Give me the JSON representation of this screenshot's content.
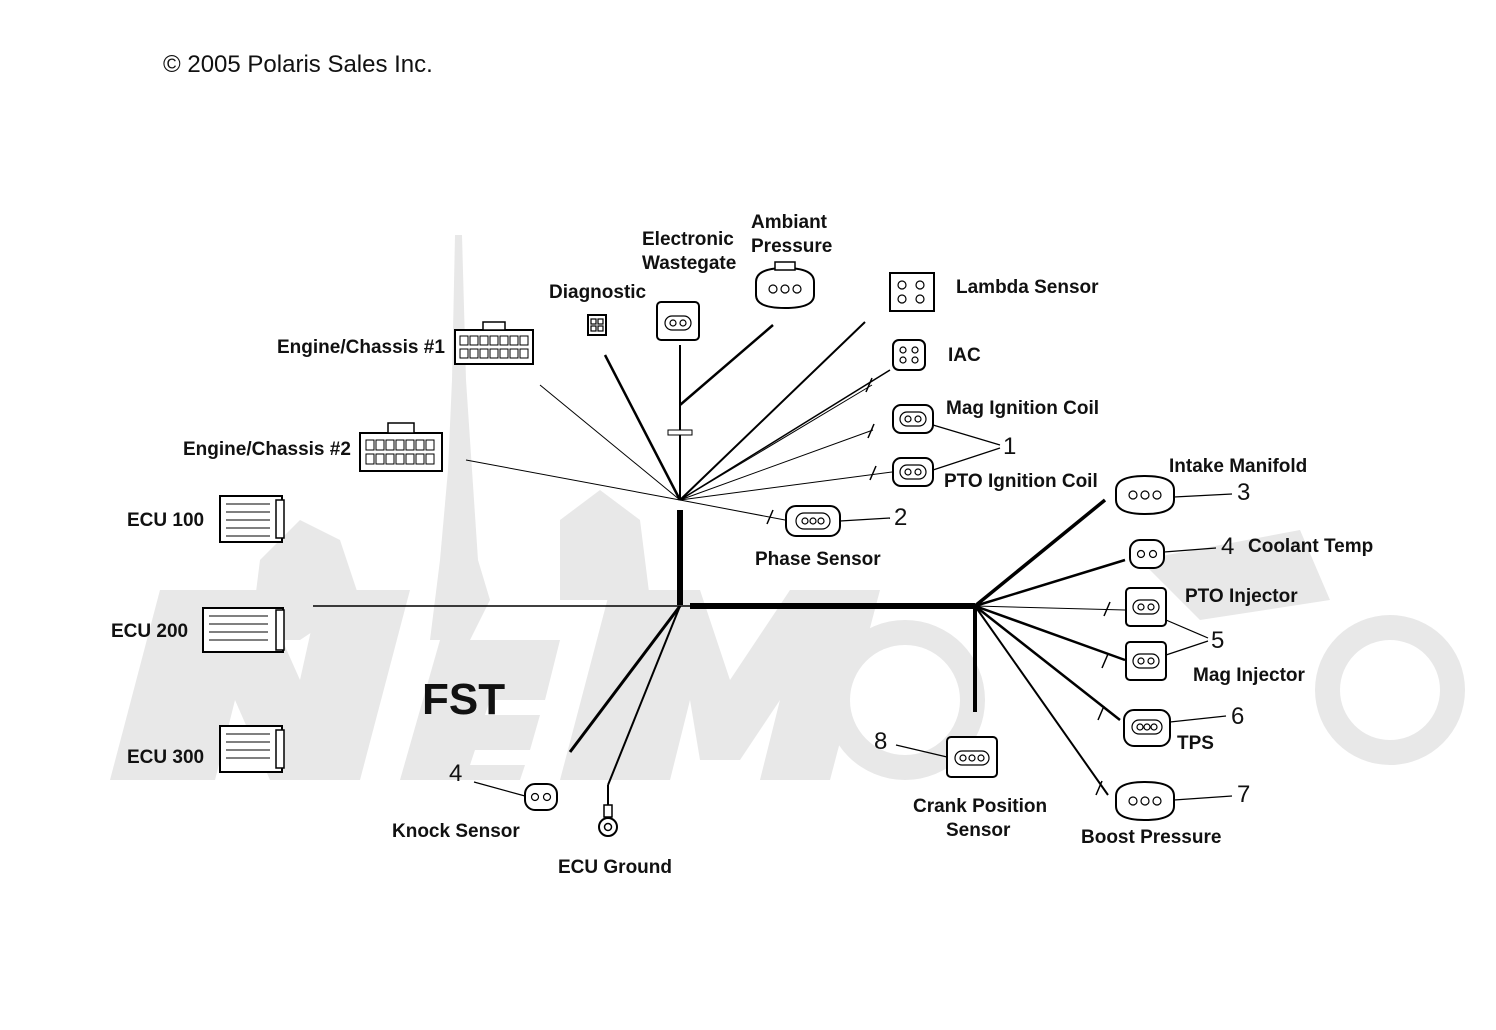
{
  "copyright": "© 2005 Polaris Sales Inc.",
  "model": "FST",
  "watermark": "NetMoto",
  "connectors": {
    "engine_chassis_1": "Engine/Chassis #1",
    "engine_chassis_2": "Engine/Chassis #2",
    "ecu_100": "ECU 100",
    "ecu_200": "ECU 200",
    "ecu_300": "ECU 300",
    "diagnostic": "Diagnostic",
    "electronic_wastegate_1": "Electronic",
    "electronic_wastegate_2": "Wastegate",
    "ambiant_pressure_1": "Ambiant",
    "ambiant_pressure_2": "Pressure",
    "lambda_sensor": "Lambda Sensor",
    "iac": "IAC",
    "mag_ignition_coil": "Mag Ignition Coil",
    "pto_ignition_coil": "PTO Ignition Coil",
    "phase_sensor": "Phase Sensor",
    "intake_manifold": "Intake Manifold",
    "coolant_temp": "Coolant Temp",
    "pto_injector": "PTO Injector",
    "mag_injector": "Mag Injector",
    "tps": "TPS",
    "boost_pressure": "Boost Pressure",
    "crank_position_1": "Crank Position",
    "crank_position_2": "Sensor",
    "knock_sensor": "Knock Sensor",
    "ecu_ground": "ECU Ground"
  },
  "callouts": {
    "coil": "1",
    "phase": "2",
    "intake": "3",
    "coolant": "4",
    "injector": "5",
    "tps": "6",
    "boost": "7",
    "crank": "8",
    "knock": "4"
  }
}
